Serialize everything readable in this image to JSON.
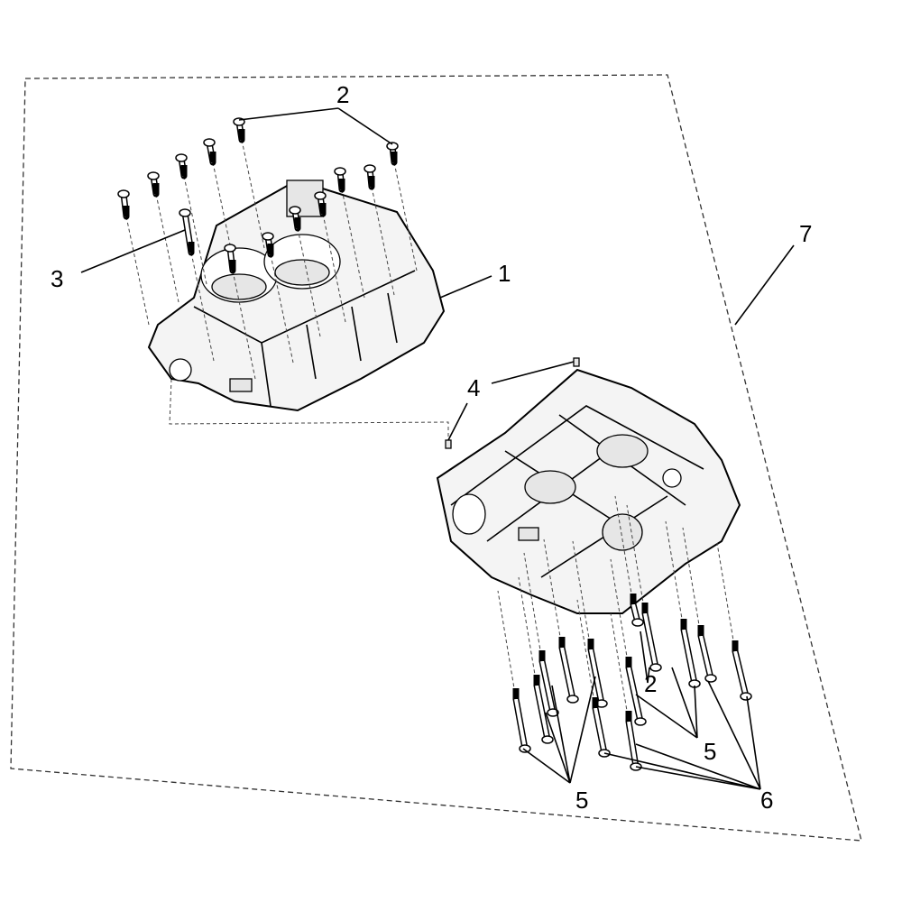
{
  "diagram": {
    "title": "Crankcase assembly exploded view",
    "callouts": {
      "upper_crankcase": "1",
      "upper_bolts": "2",
      "long_bolt": "3",
      "dowels": "4",
      "boundary_assembly": "7",
      "lower_bolts_2": "2",
      "bolts_5_right": "5",
      "bolts_5_left": "5",
      "bolts_6": "6"
    }
  }
}
